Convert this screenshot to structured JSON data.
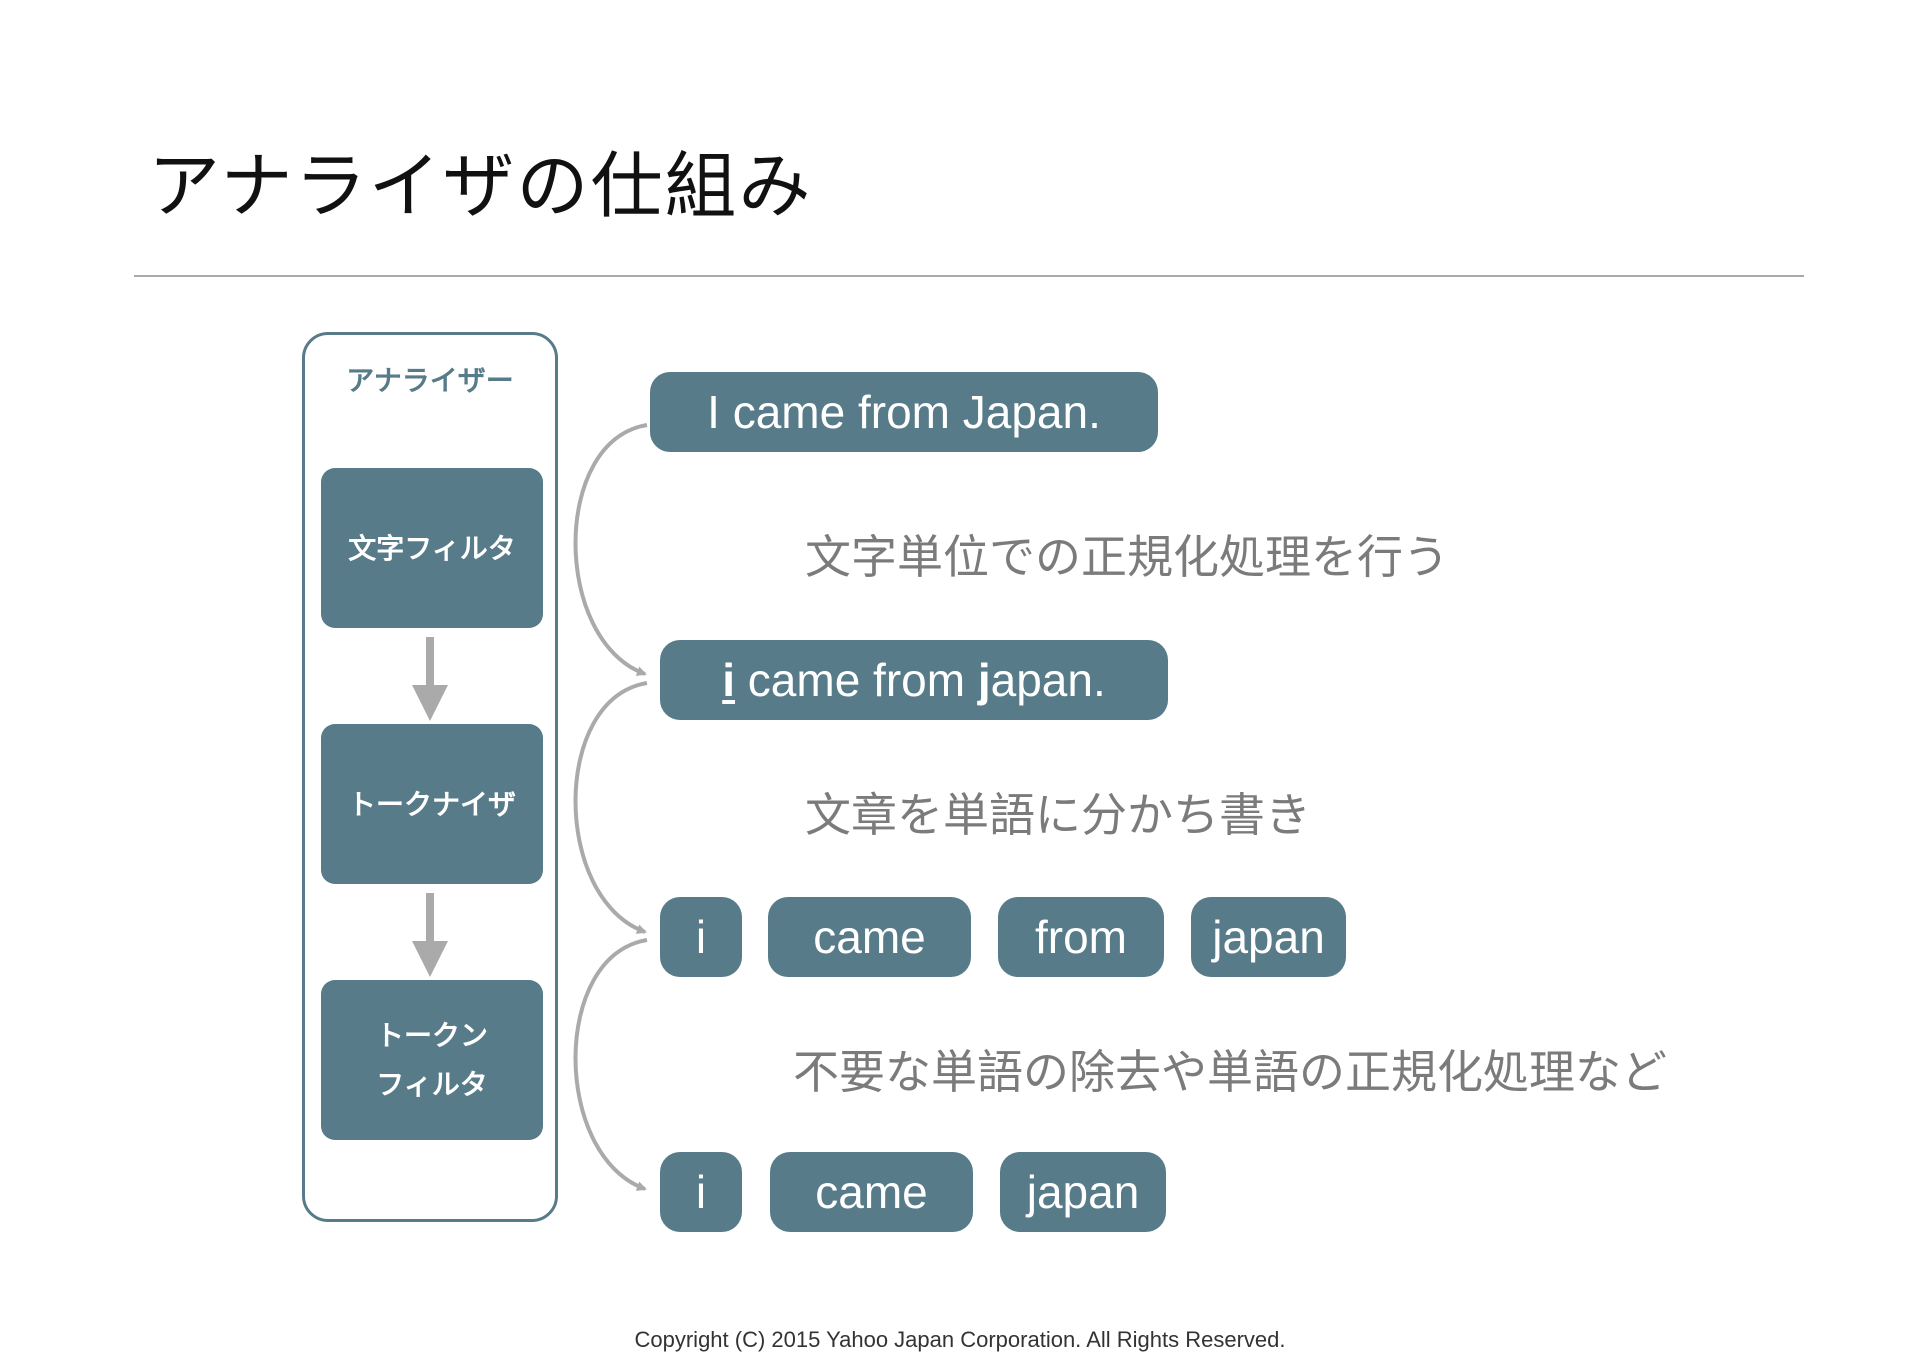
{
  "title": "アナライザの仕組み",
  "analyzer": {
    "label": "アナライザー",
    "stages": [
      {
        "lines": [
          "文字フィルタ"
        ]
      },
      {
        "lines": [
          "トークナイザ"
        ]
      },
      {
        "lines": [
          "トークン",
          "フィルタ"
        ]
      }
    ]
  },
  "sentences": {
    "original": "I came from Japan.",
    "normalized": {
      "mark1": "i",
      "middle": " came from ",
      "mark2": "j",
      "rest": "apan."
    }
  },
  "steps": [
    "文字単位での正規化処理を行う",
    "文章を単語に分かち書き",
    "不要な単語の除去や単語の正規化処理など"
  ],
  "tokens": [
    "i",
    "came",
    "from",
    "japan"
  ],
  "filtered_tokens": [
    "i",
    "came",
    "japan"
  ],
  "footer": "Copyright (C) 2015 Yahoo Japan Corporation. All Rights Reserved.",
  "colors": {
    "accent": "#577b88",
    "arrow": "#aaaaaa",
    "step_text": "#7b7b7b"
  }
}
